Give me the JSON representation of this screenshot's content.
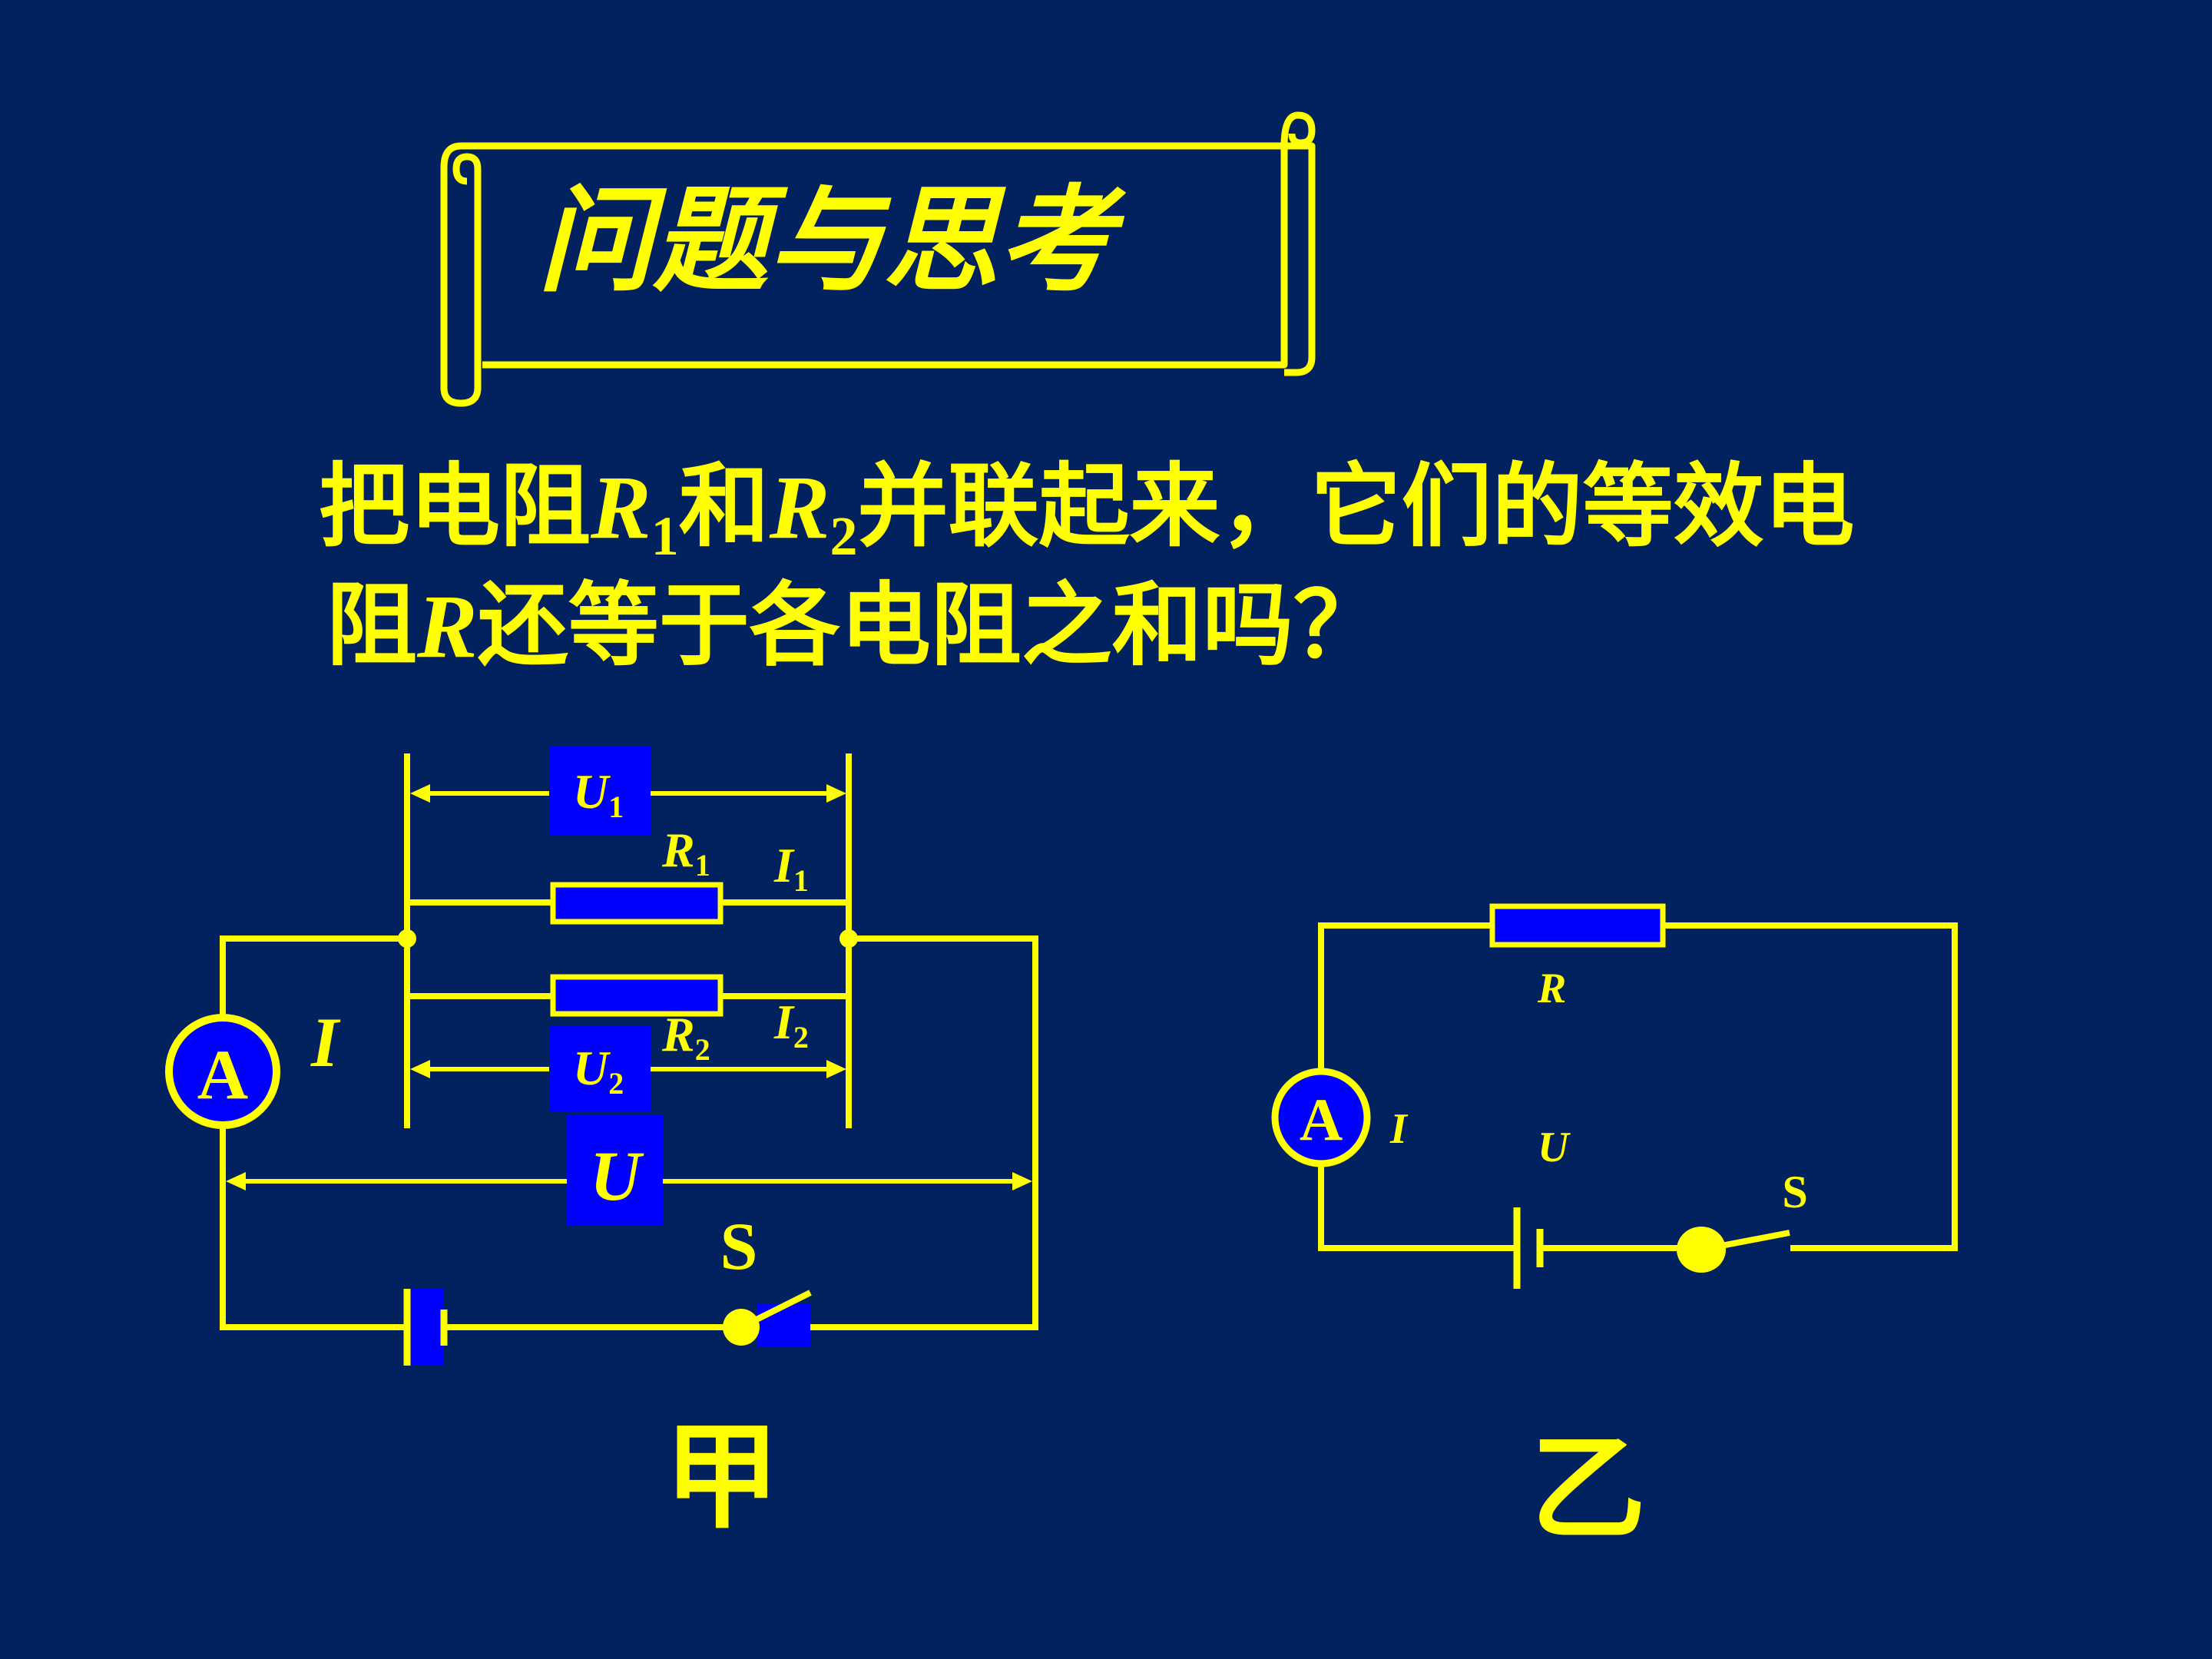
{
  "colors": {
    "background": "#02215f",
    "wire": "#ffff00",
    "text": "#ffff00",
    "fill": "#0000ff"
  },
  "title": "问题与思考",
  "question": {
    "line1": {
      "pre": "把电阻",
      "r1": "R",
      "r1_sub": "1",
      "mid": "和",
      "r2": "R",
      "r2_sub": "2",
      "post": "并联起来，它们的等效电"
    },
    "line2": {
      "pre": "阻",
      "r": "R",
      "post": "还等于各电阻之和吗？"
    }
  },
  "circuit_jia": {
    "caption": "甲",
    "U1": {
      "main": "U",
      "sub": "1"
    },
    "R1": {
      "main": "R",
      "sub": "1"
    },
    "I1": {
      "main": "I",
      "sub": "1"
    },
    "R2": {
      "main": "R",
      "sub": "2"
    },
    "I2": {
      "main": "I",
      "sub": "2"
    },
    "U2": {
      "main": "U",
      "sub": "2"
    },
    "U": "U",
    "I": "I",
    "ammeter": "A",
    "switch": "S"
  },
  "circuit_yi": {
    "caption": "乙",
    "R": "R",
    "I": "I",
    "U": "U",
    "ammeter": "A",
    "switch": "S"
  }
}
